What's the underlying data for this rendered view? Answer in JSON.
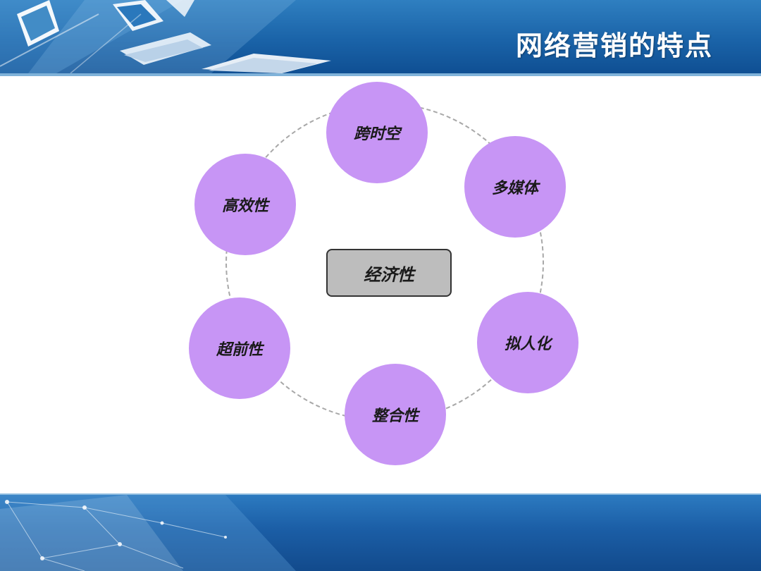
{
  "title": "网络营销的特点",
  "center": {
    "label": "经济性"
  },
  "nodes": [
    {
      "id": "top",
      "label": "跨时空"
    },
    {
      "id": "upper-right",
      "label": "多媒体"
    },
    {
      "id": "lower-right",
      "label": "拟人化"
    },
    {
      "id": "bottom",
      "label": "整合性"
    },
    {
      "id": "lower-left",
      "label": "超前性"
    },
    {
      "id": "upper-left",
      "label": "高效性"
    }
  ],
  "colors": {
    "node_fill": "#c795f5",
    "center_fill": "#bdbdbd",
    "header_blue": "#1a63a8",
    "title_text": "#ffffff"
  }
}
